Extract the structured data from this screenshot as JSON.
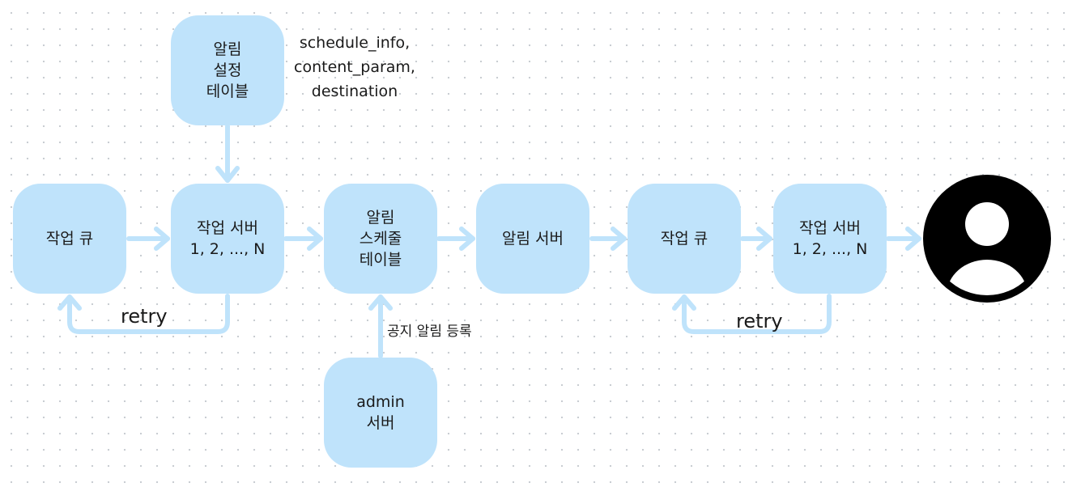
{
  "nodes": {
    "settings_table": [
      "알림",
      "설정",
      "테이블"
    ],
    "job_queue_1": [
      "작업 큐"
    ],
    "job_server_1": [
      "작업 서버",
      "1, 2, ..., N"
    ],
    "schedule_table": [
      "알림",
      "스케줄",
      "테이블"
    ],
    "notification_server": [
      "알림 서버"
    ],
    "job_queue_2": [
      "작업 큐"
    ],
    "job_server_2": [
      "작업 서버",
      "1, 2, ..., N"
    ],
    "admin_server": [
      "admin",
      "서버"
    ]
  },
  "edge_labels": {
    "settings_fields": [
      "schedule_info,",
      "content_param,",
      "destination"
    ],
    "retry_1": "retry",
    "retry_2": "retry",
    "notice_register": "공지 알림 등록"
  },
  "icons": {
    "user": "user-avatar-icon"
  },
  "colors": {
    "node_fill": "#bfe3fb",
    "connector": "#bfe3fb",
    "avatar": "#000000"
  }
}
